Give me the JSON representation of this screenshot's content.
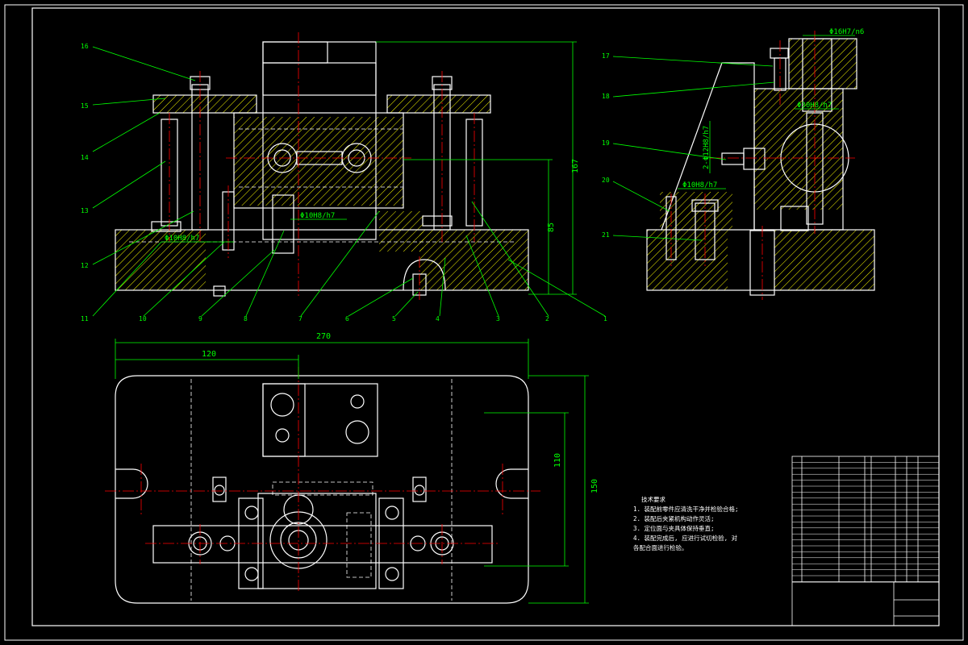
{
  "colors": {
    "background": "#000000",
    "outline": "#ffffff",
    "dimension": "#00ff00",
    "centerline": "#ff0000",
    "hatch": "#ffff00",
    "hidden": "#ffffff",
    "table_text": "#ffffff"
  },
  "dimensions": {
    "height_total": "167",
    "height_center": "85",
    "length_total": "270",
    "length_offset": "120",
    "width_total": "150",
    "width_inner": "110",
    "fit_pin_front": "Φ10H8/h7",
    "fit_pin_left": "Φ10H8/h7",
    "fit_side_top": "Φ16H7/n6",
    "fit_side_mid": "Φ30H8/h7",
    "fit_side_two": "2-Φ12H8/h7",
    "fit_side_base": "Φ10H8/h7"
  },
  "callouts_front": [
    "16",
    "15",
    "14",
    "13",
    "12",
    "11",
    "10",
    "9",
    "8",
    "7",
    "6",
    "5",
    "4",
    "3",
    "2",
    "1"
  ],
  "callouts_side": [
    "17",
    "18",
    "19",
    "20",
    "21"
  ],
  "notes": {
    "title": "技术要求",
    "lines": [
      "1. 装配前零件应清洗干净并检验合格;",
      "2. 装配后夹紧机构动作灵活;",
      "3. 定位面与夹具体保持垂直;",
      "4. 装配完成后, 应进行试切检验, 对",
      "   各配合面进行检验。"
    ]
  }
}
